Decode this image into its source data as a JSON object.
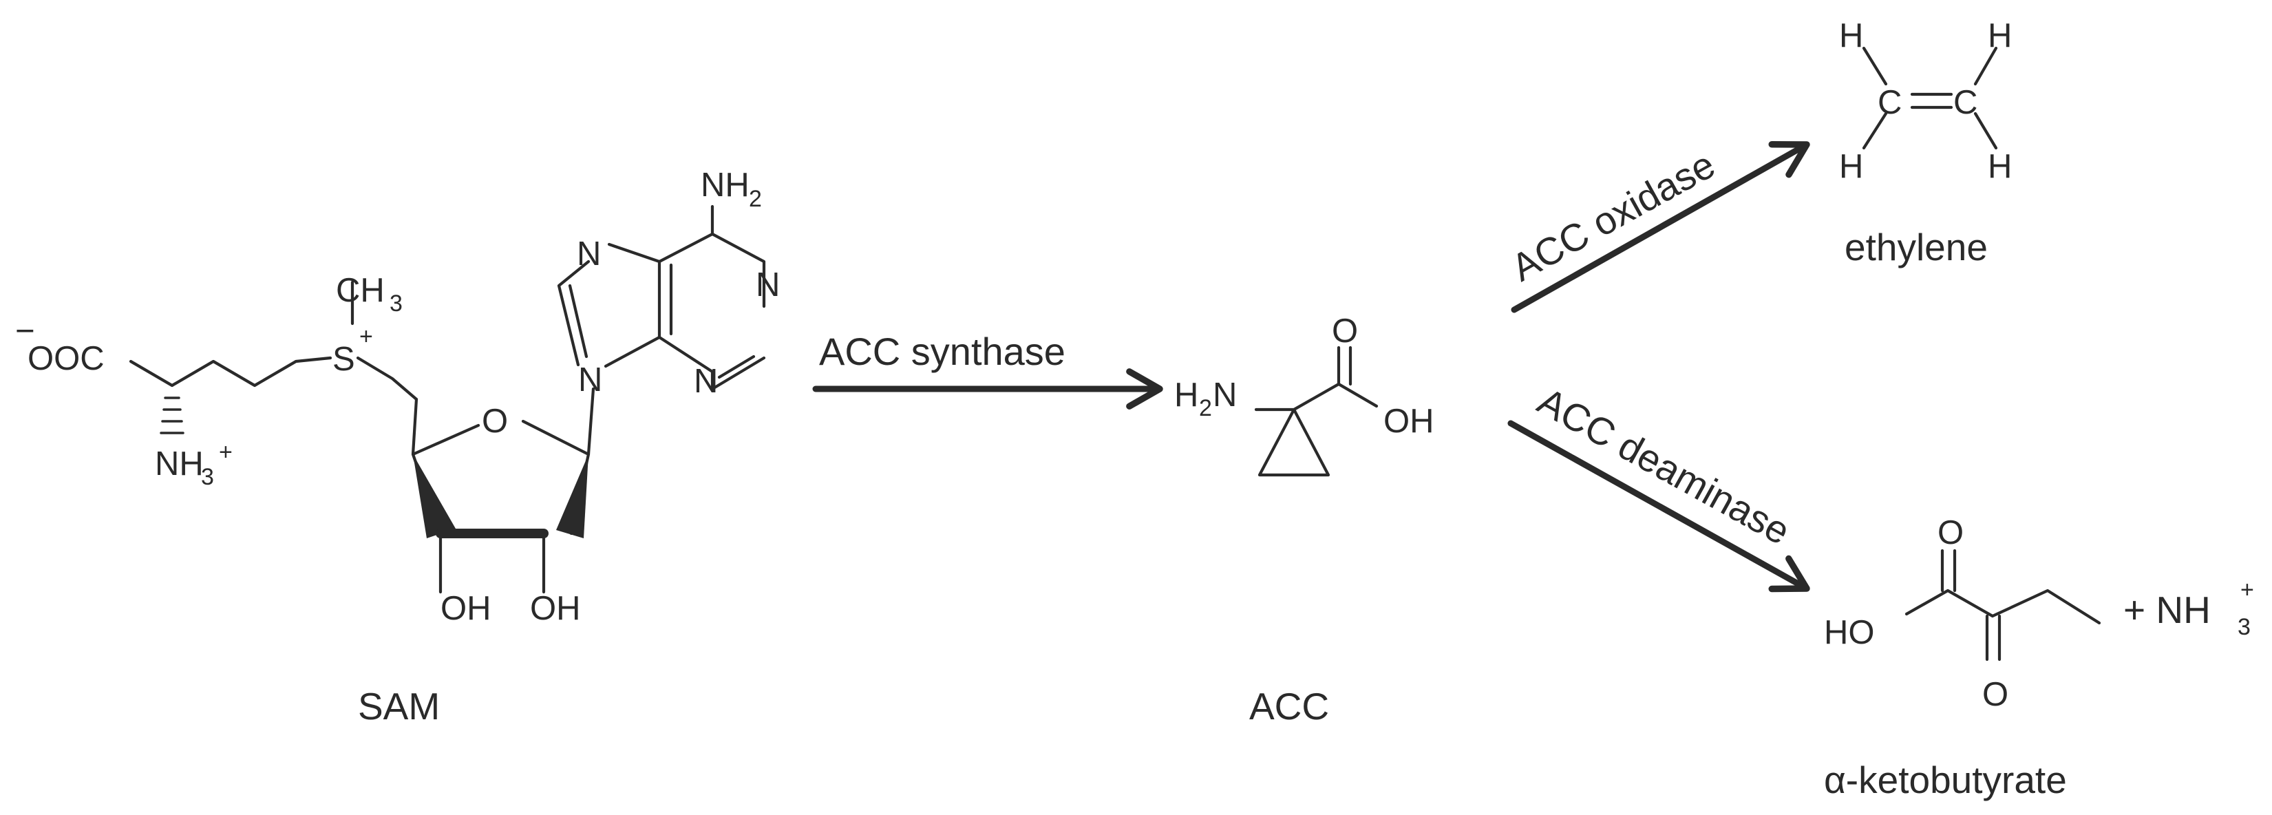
{
  "molecules": {
    "sam": {
      "name": "SAM"
    },
    "acc": {
      "name": "ACC"
    },
    "ethylene": {
      "name": "ethylene"
    },
    "ketobutyrate": {
      "name": "α-ketobutyrate"
    }
  },
  "enzymes": {
    "synthase": "ACC synthase",
    "oxidase": "ACC oxidase",
    "deaminase": "ACC deaminase"
  },
  "byproduct": {
    "prefix": "+ NH",
    "subscript": "3",
    "charge": "+"
  },
  "atoms": {
    "minus": "−",
    "ooc": "OOC",
    "nh": "NH",
    "three": "3",
    "two": "2",
    "plus": "+",
    "s": "S",
    "ch": "CH",
    "o": "O",
    "oh": "OH",
    "n": "N",
    "h": "H",
    "c": "C",
    "ho": "HO"
  }
}
